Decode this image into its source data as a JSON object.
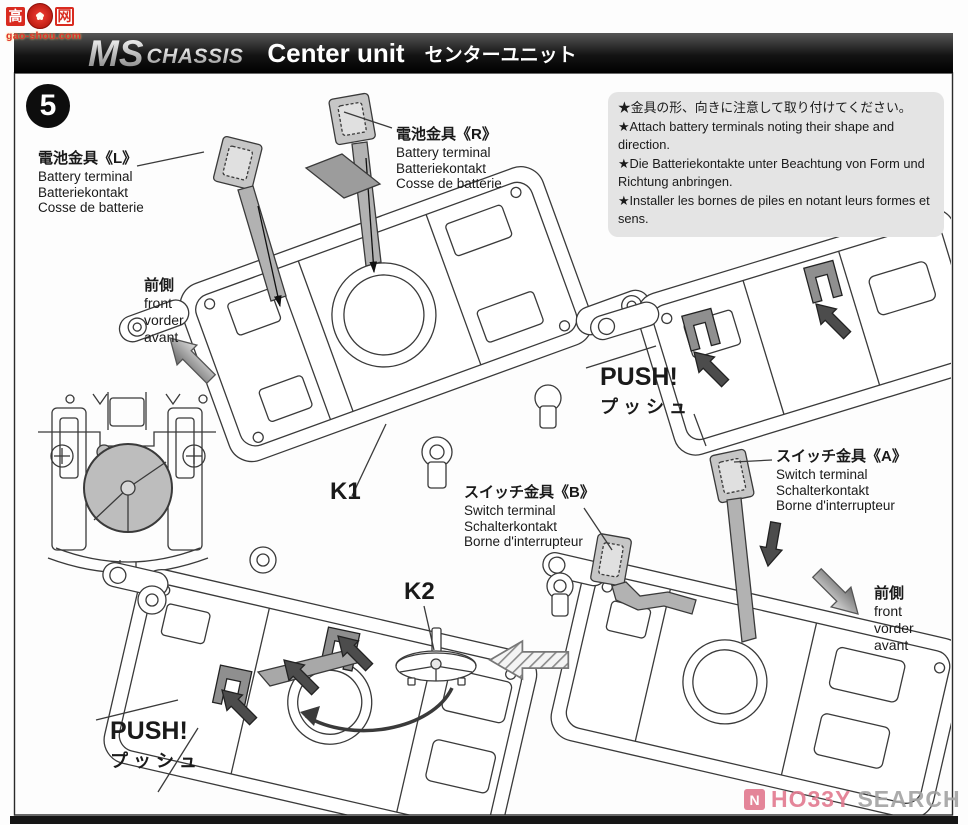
{
  "watermark_top": {
    "char_left": "高",
    "char_right": "网",
    "emblem": "✿",
    "site": "gao-shou.com"
  },
  "header": {
    "ms": "MS",
    "chassis": "CHASSIS",
    "title_en": "Center unit",
    "title_jp": "センターユニット"
  },
  "step_number": "5",
  "note_box": {
    "jp": "★金具の形、向きに注意して取り付けてください。",
    "en": "★Attach battery terminals noting their shape and direction.",
    "de": "★Die Batteriekontakte unter Beachtung von Form und Richtung anbringen.",
    "fr": "★Installer les bornes de piles en notant leurs formes et sens."
  },
  "labels": {
    "battery_l": {
      "jp": "電池金具《L》",
      "en": "Battery terminal",
      "de": "Batteriekontakt",
      "fr": "Cosse de batterie"
    },
    "battery_r": {
      "jp": "電池金具《R》",
      "en": "Battery terminal",
      "de": "Batteriekontakt",
      "fr": "Cosse de batterie"
    },
    "switch_b": {
      "jp": "スイッチ金具《B》",
      "en": "Switch terminal",
      "de": "Schalterkontakt",
      "fr": "Borne d'interrupteur"
    },
    "switch_a": {
      "jp": "スイッチ金具《A》",
      "en": "Switch terminal",
      "de": "Schalterkontakt",
      "fr": "Borne d'interrupteur"
    },
    "front_upper": {
      "jp": "前側",
      "en": "front",
      "de": "vorder",
      "fr": "avant"
    },
    "front_lower": {
      "jp": "前側",
      "en": "front",
      "de": "vorder",
      "fr": "avant"
    },
    "push_rear": {
      "en": "PUSH!",
      "jp": "プッシュ"
    },
    "push_bottom": {
      "en": "PUSH!",
      "jp": "プッシュ"
    },
    "k1": "K1",
    "k2": "K2"
  },
  "watermark_bottom": {
    "icon": "N",
    "part1": "HO33Y",
    "part2": "SEARCH"
  },
  "colors": {
    "header_bg": "#141414",
    "note_bg": "#e4e4e4",
    "line": "#3a3a3a",
    "terminal_gray": "#c6c6c6",
    "strip_gray": "#b2b2b2",
    "dark_arrow": "#4c4c4c",
    "watermark_red": "#d92b20",
    "hobby_pink": "#e2798f",
    "hobby_gray": "#a3a3a3"
  }
}
